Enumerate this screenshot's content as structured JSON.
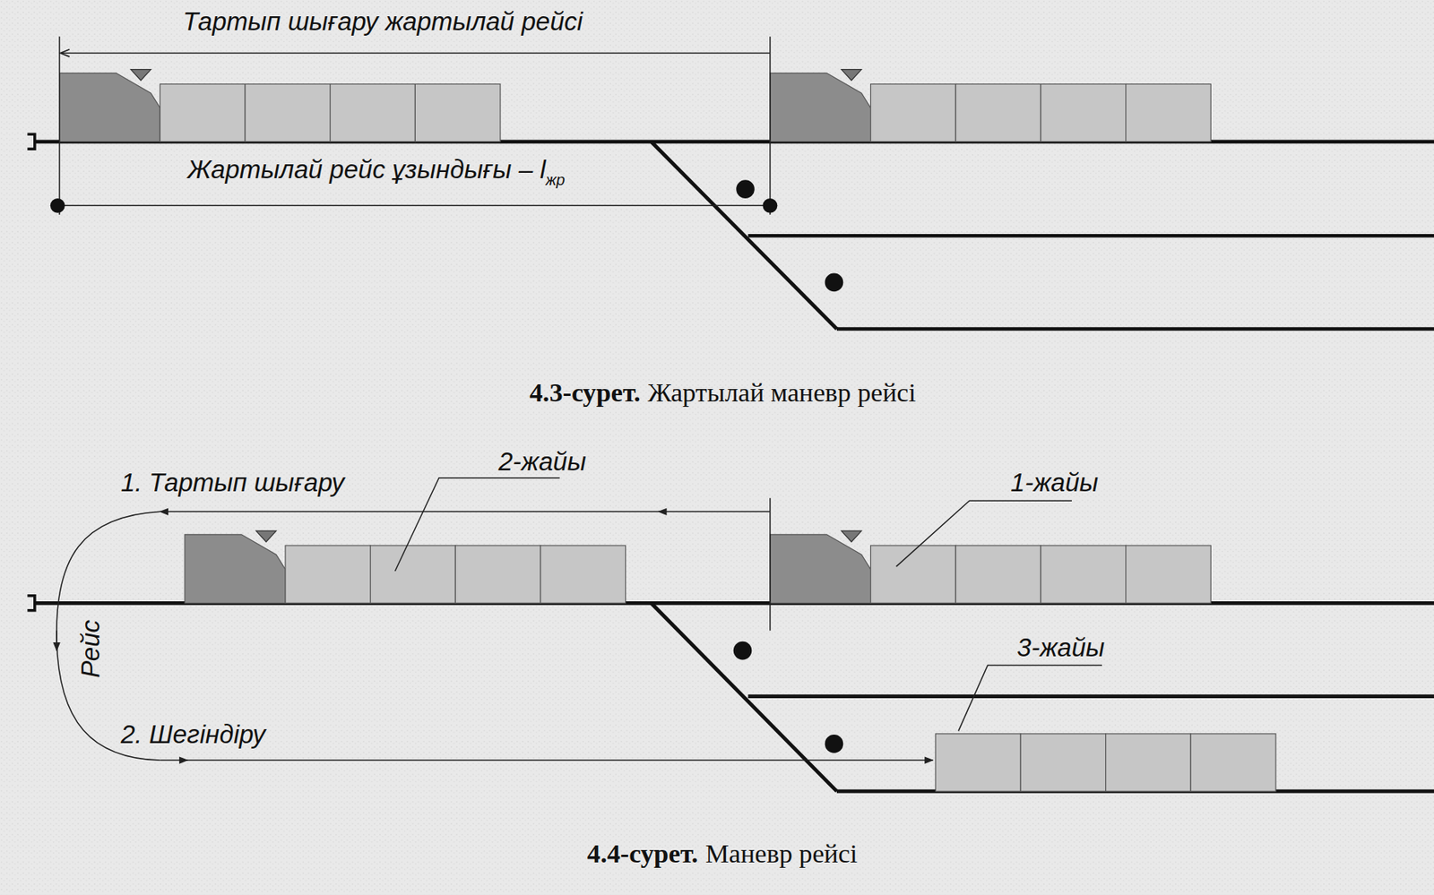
{
  "diagram": {
    "labels": [
      "Тартып шығару жартылай рейсі",
      "Жартылай рейс ұзындығы – l",
      "жр",
      "4.3-сурет.",
      "Жартылай маневр рейсі",
      "1. Тартып шығару",
      "2-жайы",
      "1-жайы",
      "Рейс",
      "3-жайы",
      "2. Шегіндіру",
      "4.4-сурет.",
      "Маневр рейсі"
    ]
  }
}
